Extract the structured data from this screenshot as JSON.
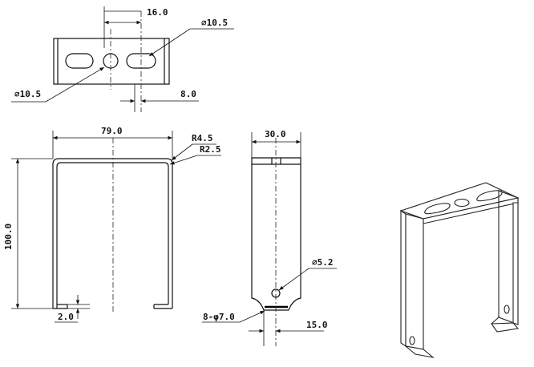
{
  "drawing": {
    "top_view": {
      "dim_slot_pitch": "16.0",
      "dim_hole_top": "⌀10.5",
      "dim_hole_left": "⌀10.5",
      "dim_slot_offset": "8.0"
    },
    "front_view": {
      "dim_width": "79.0",
      "dim_height": "100.0",
      "dim_radius_outer": "R4.5",
      "dim_radius_inner": "R2.5",
      "dim_tab": "2.0"
    },
    "side_view": {
      "dim_width": "30.0",
      "dim_hole": "⌀5.2",
      "dim_holes": "8-φ7.0",
      "dim_half_width": "15.0"
    }
  }
}
